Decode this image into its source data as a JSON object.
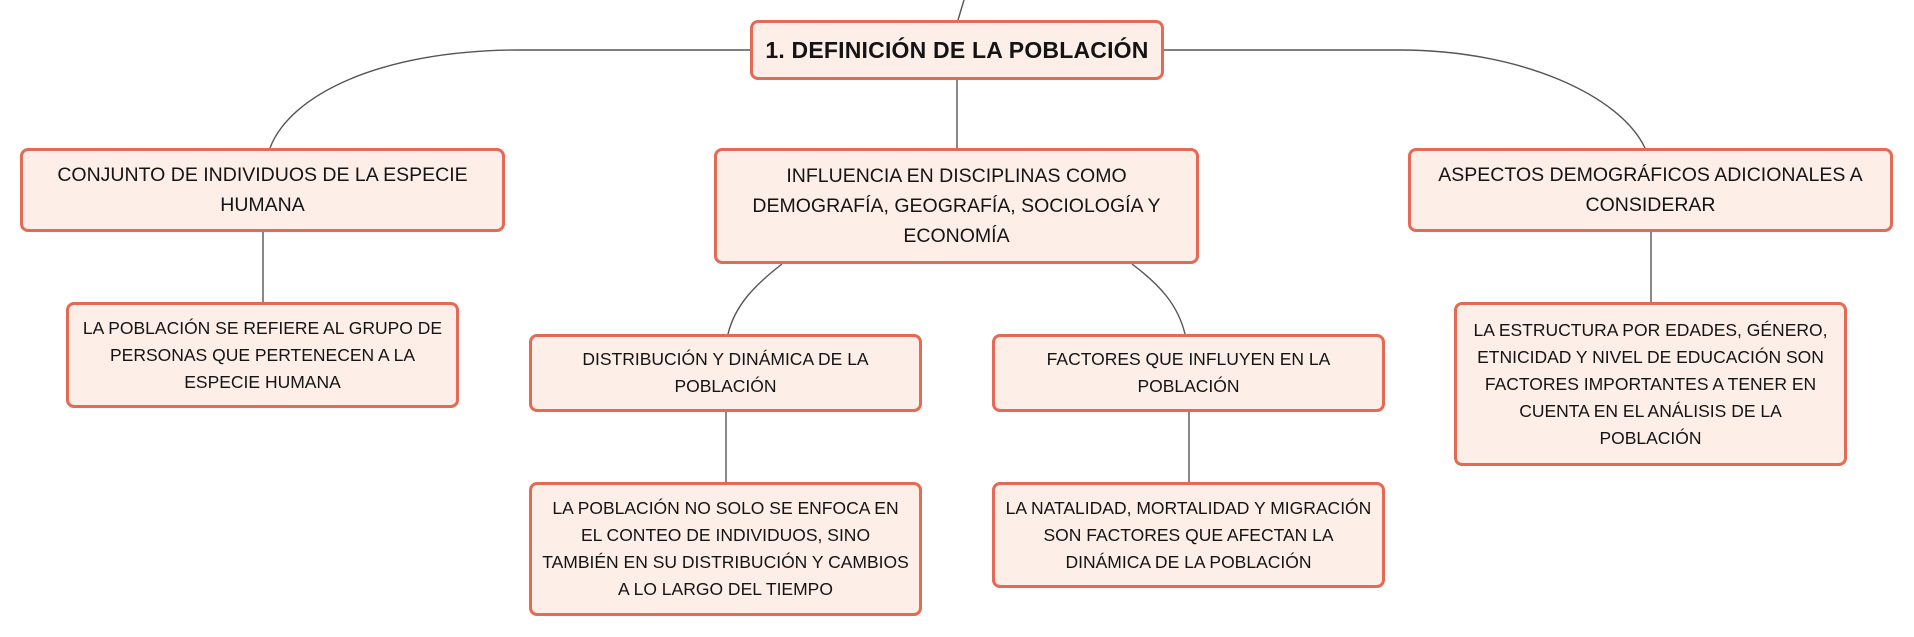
{
  "colors": {
    "node_fill": "#fdeee7",
    "node_border": "#e56a55",
    "connector": "#555555",
    "text": "#141414"
  },
  "root": {
    "label": "1. DEFINICIÓN DE LA POBLACIÓN"
  },
  "branches": {
    "left": {
      "label": "CONJUNTO DE INDIVIDUOS DE LA ESPECIE HUMANA",
      "child": "LA POBLACIÓN SE REFIERE AL GRUPO DE PERSONAS QUE PERTENECEN A LA ESPECIE HUMANA"
    },
    "center": {
      "label": "INFLUENCIA EN DISCIPLINAS COMO DEMOGRAFÍA, GEOGRAFÍA, SOCIOLOGÍA Y ECONOMÍA",
      "distribution": {
        "label": "DISTRIBUCIÓN Y DINÁMICA DE LA POBLACIÓN",
        "child": "LA POBLACIÓN NO SOLO SE ENFOCA EN EL CONTEO DE INDIVIDUOS, SINO TAMBIÉN EN SU DISTRIBUCIÓN Y CAMBIOS A LO LARGO DEL TIEMPO"
      },
      "factors": {
        "label": "FACTORES QUE INFLUYEN EN LA POBLACIÓN",
        "child": "LA NATALIDAD, MORTALIDAD Y MIGRACIÓN SON FACTORES QUE AFECTAN LA DINÁMICA DE LA POBLACIÓN"
      }
    },
    "right": {
      "label": "ASPECTOS DEMOGRÁFICOS ADICIONALES A CONSIDERAR",
      "child": "LA ESTRUCTURA POR EDADES, GÉNERO, ETNICIDAD Y NIVEL DE EDUCACIÓN SON FACTORES IMPORTANTES A TENER EN CUENTA EN EL ANÁLISIS DE LA POBLACIÓN"
    }
  }
}
